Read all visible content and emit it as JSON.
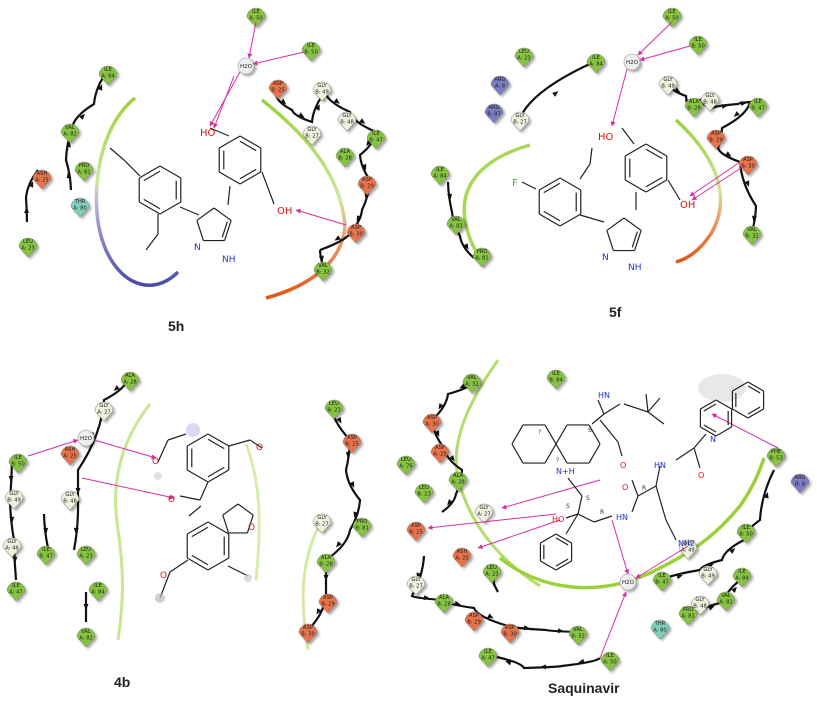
{
  "colors": {
    "hydrophobic": "#86c440",
    "negative": "#e8724a",
    "positive": "#7c7cc4",
    "polar": "#7ed2bd",
    "glycine": "#eef2dd",
    "water": "#eeeeee",
    "hbond": "#d62fa4",
    "chain": "#111111",
    "pocket_green": "#9ad13a",
    "pocket_orange": "#e05512",
    "pocket_blue": "#4a4aa8",
    "atom_o": "#dd1111",
    "atom_n": "#2233cc",
    "atom_f": "#33bb33"
  },
  "panels": [
    {
      "id": "5h",
      "label": "5h",
      "residues": [
        {
          "l1": "ILE",
          "l2": "A: 50",
          "type": "hydrophobic"
        },
        {
          "l1": "ILE",
          "l2": "B: 50",
          "type": "hydrophobic"
        },
        {
          "l1": "ILE",
          "l2": "A: 84",
          "type": "hydrophobic"
        },
        {
          "l1": "GLY",
          "l2": "B: 49",
          "type": "glycine"
        },
        {
          "l1": "ASP",
          "l2": "B: 25",
          "type": "negative"
        },
        {
          "l1": "GLY",
          "l2": "B: 48",
          "type": "glycine"
        },
        {
          "l1": "ILE",
          "l2": "B: 47",
          "type": "hydrophobic"
        },
        {
          "l1": "GLY",
          "l2": "B: 27",
          "type": "glycine"
        },
        {
          "l1": "VAL",
          "l2": "A: 82",
          "type": "hydrophobic"
        },
        {
          "l1": "ALA",
          "l2": "B: 28",
          "type": "hydrophobic"
        },
        {
          "l1": "PRO",
          "l2": "A: 81",
          "type": "hydrophobic"
        },
        {
          "l1": "ASH",
          "l2": "A: 25",
          "type": "negative"
        },
        {
          "l1": "THR",
          "l2": "A: 80",
          "type": "polar"
        },
        {
          "l1": "ASP",
          "l2": "B: 29",
          "type": "negative"
        },
        {
          "l1": "ASP",
          "l2": "B: 30",
          "type": "negative"
        },
        {
          "l1": "LEU",
          "l2": "A: 23",
          "type": "hydrophobic"
        },
        {
          "l1": "VAL",
          "l2": "B: 32",
          "type": "hydrophobic"
        }
      ],
      "water": "H2O",
      "atoms": [
        "HO",
        "OH",
        "N",
        "NH"
      ]
    },
    {
      "id": "5f",
      "label": "5f",
      "residues": [
        {
          "l1": "ILE",
          "l2": "A: 50",
          "type": "hydrophobic"
        },
        {
          "l1": "ILE",
          "l2": "B: 50",
          "type": "hydrophobic"
        },
        {
          "l1": "LEU",
          "l2": "A: 23",
          "type": "hydrophobic"
        },
        {
          "l1": "ILE",
          "l2": "A: 84",
          "type": "hydrophobic"
        },
        {
          "l1": "ARG",
          "l2": "A: 8",
          "type": "positive"
        },
        {
          "l1": "GLY",
          "l2": "B: 49",
          "type": "glycine"
        },
        {
          "l1": "GLY",
          "l2": "B: 27",
          "type": "glycine"
        },
        {
          "l1": "GLY",
          "l2": "B: 48",
          "type": "glycine"
        },
        {
          "l1": "ILE",
          "l2": "B: 47",
          "type": "hydrophobic"
        },
        {
          "l1": "ARG",
          "l2": "B: 87",
          "type": "positive"
        },
        {
          "l1": "ALA",
          "l2": "B: 28",
          "type": "hydrophobic"
        },
        {
          "l1": "ASP",
          "l2": "B: 29",
          "type": "negative"
        },
        {
          "l1": "ASP",
          "l2": "B: 30",
          "type": "negative"
        },
        {
          "l1": "ILE",
          "l2": "A: 84",
          "type": "hydrophobic"
        },
        {
          "l1": "VAL",
          "l2": "A: 82",
          "type": "hydrophobic"
        },
        {
          "l1": "VAL",
          "l2": "B: 32",
          "type": "hydrophobic"
        },
        {
          "l1": "PRO",
          "l2": "A: 81",
          "type": "hydrophobic"
        }
      ],
      "water": "H2O",
      "atoms": [
        "HO",
        "OH",
        "F",
        "N",
        "NH"
      ]
    },
    {
      "id": "4b",
      "label": "4b",
      "residues": [
        {
          "l1": "ALA",
          "l2": "A: 28",
          "type": "hydrophobic"
        },
        {
          "l1": "GLY",
          "l2": "A: 27",
          "type": "glycine"
        },
        {
          "l1": "ILE",
          "l2": "B: 50",
          "type": "hydrophobic"
        },
        {
          "l1": "ASH",
          "l2": "A: 25",
          "type": "negative"
        },
        {
          "l1": "GLY",
          "l2": "B: 49",
          "type": "glycine"
        },
        {
          "l1": "GLY",
          "l2": "B: 48",
          "type": "glycine"
        },
        {
          "l1": "GLY",
          "l2": "A: 48",
          "type": "glycine"
        },
        {
          "l1": "ILE",
          "l2": "B: 47",
          "type": "hydrophobic"
        },
        {
          "l1": "LEU",
          "l2": "A: 23",
          "type": "hydrophobic"
        },
        {
          "l1": "ILE",
          "l2": "A: 47",
          "type": "hydrophobic"
        },
        {
          "l1": "ILE",
          "l2": "A: 84",
          "type": "hydrophobic"
        },
        {
          "l1": "VAL",
          "l2": "A: 82",
          "type": "hydrophobic"
        },
        {
          "l1": "LEU",
          "l2": "B: 23",
          "type": "hydrophobic"
        },
        {
          "l1": "ASP",
          "l2": "B: 25",
          "type": "negative"
        },
        {
          "l1": "GLY",
          "l2": "B: 27",
          "type": "glycine"
        },
        {
          "l1": "PRO",
          "l2": "B: 81",
          "type": "hydrophobic"
        },
        {
          "l1": "ALA",
          "l2": "B: 28",
          "type": "hydrophobic"
        },
        {
          "l1": "ASP",
          "l2": "B: 29",
          "type": "negative"
        },
        {
          "l1": "ASP",
          "l2": "B: 30",
          "type": "negative"
        }
      ],
      "water": "H2O",
      "atoms": [
        "O",
        "O",
        "O",
        "O"
      ]
    },
    {
      "id": "saquinavir",
      "label": "Saquinavir",
      "residues": [
        {
          "l1": "ILE",
          "l2": "B: 84",
          "type": "hydrophobic"
        },
        {
          "l1": "VAL",
          "l2": "A: 32",
          "type": "hydrophobic"
        },
        {
          "l1": "ASP",
          "l2": "A: 30",
          "type": "negative"
        },
        {
          "l1": "ASP",
          "l2": "A: 29",
          "type": "negative"
        },
        {
          "l1": "LEU",
          "l2": "A: 76",
          "type": "hydrophobic"
        },
        {
          "l1": "ALA",
          "l2": "A: 28",
          "type": "hydrophobic"
        },
        {
          "l1": "LEU",
          "l2": "B: 23",
          "type": "hydrophobic"
        },
        {
          "l1": "GLY",
          "l2": "A: 27",
          "type": "glycine"
        },
        {
          "l1": "ASP",
          "l2": "B: 25",
          "type": "negative"
        },
        {
          "l1": "ASH",
          "l2": "A: 25",
          "type": "negative"
        },
        {
          "l1": "LEU",
          "l2": "A: 23",
          "type": "hydrophobic"
        },
        {
          "l1": "GLY",
          "l2": "B: 27",
          "type": "glycine"
        },
        {
          "l1": "ALA",
          "l2": "B: 28",
          "type": "hydrophobic"
        },
        {
          "l1": "ASP",
          "l2": "B: 29",
          "type": "negative"
        },
        {
          "l1": "ASP",
          "l2": "B: 30",
          "type": "negative"
        },
        {
          "l1": "VAL",
          "l2": "B: 32",
          "type": "hydrophobic"
        },
        {
          "l1": "ILE",
          "l2": "A: 47",
          "type": "hydrophobic"
        },
        {
          "l1": "GLY",
          "l2": "A: 49",
          "type": "glycine"
        },
        {
          "l1": "ILE",
          "l2": "A: 50",
          "type": "hydrophobic"
        },
        {
          "l1": "PHE",
          "l2": "B: 53",
          "type": "hydrophobic"
        },
        {
          "l1": "ARG",
          "l2": "B: 8",
          "type": "positive"
        },
        {
          "l1": "ILE",
          "l2": "B: 50",
          "type": "hydrophobic"
        },
        {
          "l1": "GLY",
          "l2": "B: 49",
          "type": "glycine"
        },
        {
          "l1": "ILE",
          "l2": "B: 47",
          "type": "hydrophobic"
        },
        {
          "l1": "GLY",
          "l2": "B: 48",
          "type": "glycine"
        },
        {
          "l1": "ILE",
          "l2": "A: 84",
          "type": "hydrophobic"
        },
        {
          "l1": "VAL",
          "l2": "A: 82",
          "type": "hydrophobic"
        },
        {
          "l1": "PRO",
          "l2": "A: 81",
          "type": "hydrophobic"
        },
        {
          "l1": "THR",
          "l2": "A: 80",
          "type": "polar"
        }
      ],
      "water": "H2O",
      "atoms": [
        "HN",
        "N+H",
        "HO",
        "HN",
        "HN",
        "N",
        "O",
        "O",
        "O",
        "NH2",
        "S",
        "S",
        "R",
        "R",
        "S",
        "?",
        "?"
      ]
    }
  ]
}
